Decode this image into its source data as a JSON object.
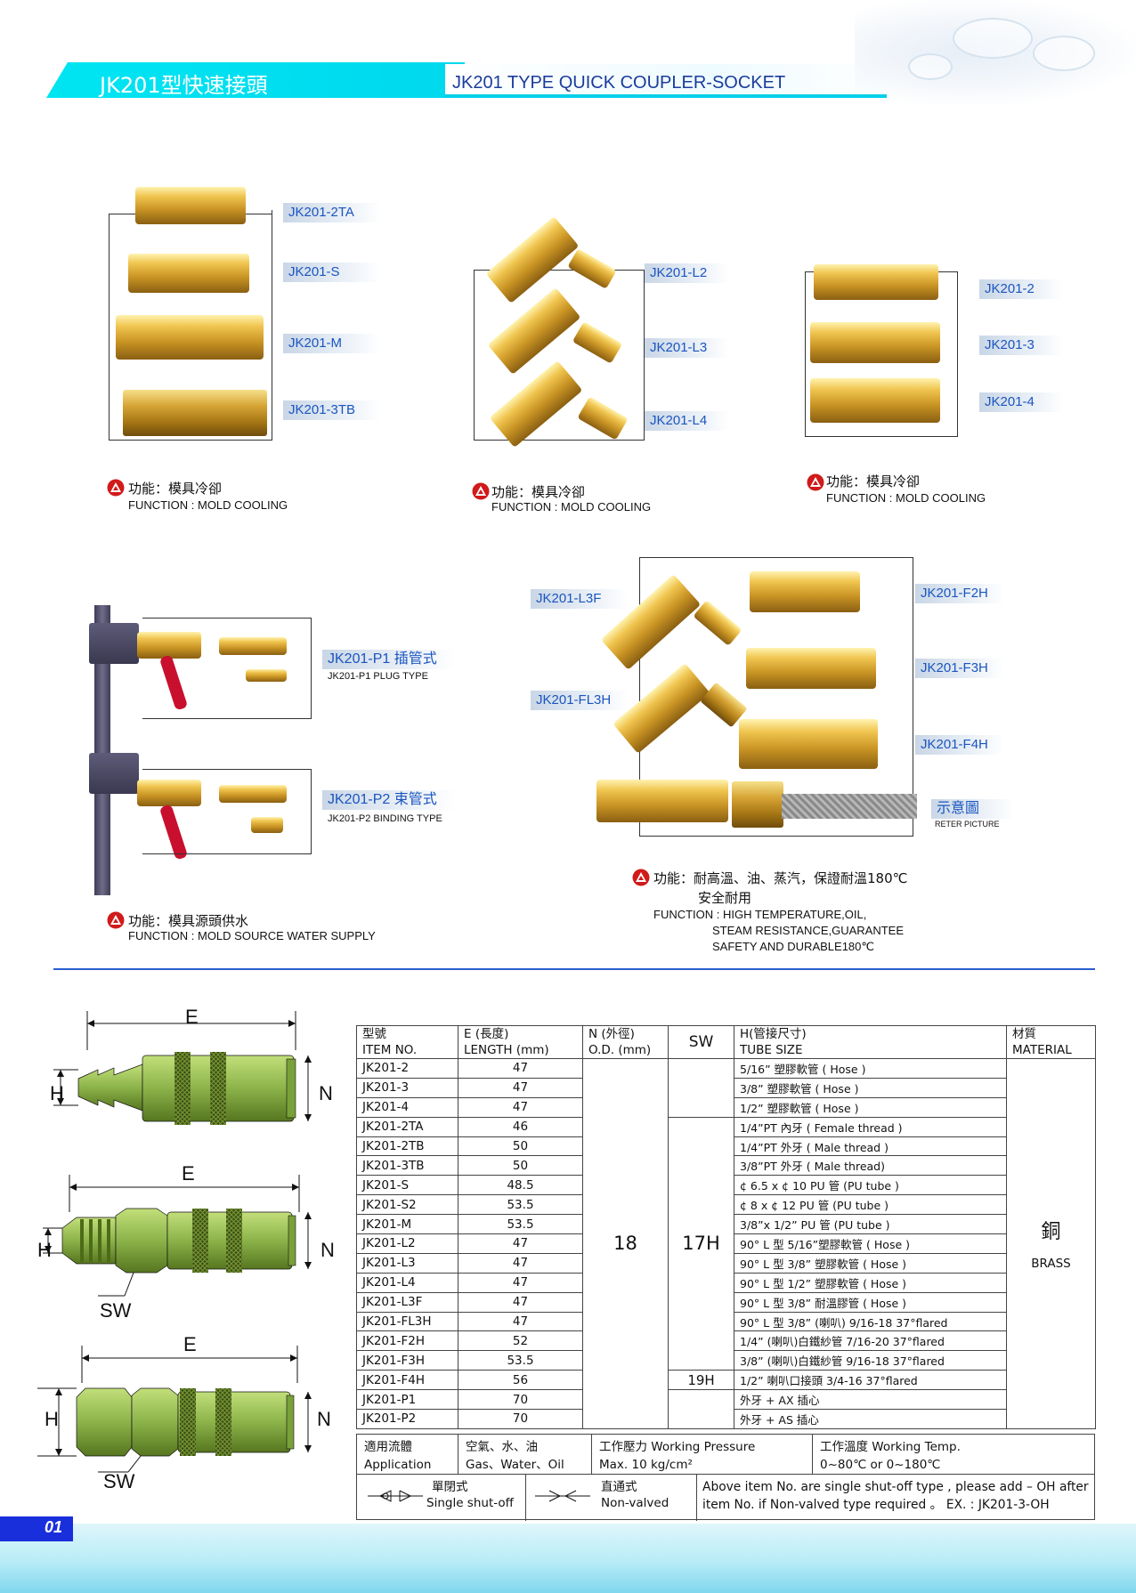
{
  "header": {
    "title_cn": "JK201型快速接頭",
    "title_en": "JK201 TYPE QUICK COUPLER-SOCKET"
  },
  "group1": {
    "tags": [
      "JK201-2TA",
      "JK201-S",
      "JK201-M",
      "JK201-3TB"
    ],
    "function_cn": "功能：模具冷卻",
    "function_en": "FUNCTION : MOLD COOLING"
  },
  "group2": {
    "tags": [
      "JK201-L2",
      "JK201-L3",
      "JK201-L4"
    ],
    "function_cn": "功能：模具冷卻",
    "function_en": "FUNCTION : MOLD COOLING"
  },
  "group3": {
    "tags": [
      "JK201-2",
      "JK201-3",
      "JK201-4"
    ],
    "function_cn": "功能：模具冷卻",
    "function_en": "FUNCTION : MOLD COOLING"
  },
  "group4": {
    "p1_tag": "JK201-P1 插管式",
    "p1_sub": "JK201-P1 PLUG TYPE",
    "p2_tag": "JK201-P2 束管式",
    "p2_sub": "JK201-P2 BINDING TYPE",
    "function_cn": "功能：模具源頭供水",
    "function_en": "FUNCTION : MOLD SOURCE WATER SUPPLY"
  },
  "group5": {
    "tags": [
      "JK201-L3F",
      "JK201-FL3H",
      "JK201-F2H",
      "JK201-F3H",
      "JK201-F4H"
    ],
    "diagram_tag": "示意圖",
    "diagram_sub": "RETER PICTURE",
    "function_cn_1": "功能：耐高溫、油、蒸汽，保證耐溫180℃",
    "function_cn_2": "安全耐用",
    "function_en_1": "FUNCTION : HIGH TEMPERATURE,OIL,",
    "function_en_2": "STEAM RESISTANCE,GUARANTEE",
    "function_en_3": "SAFETY AND DURABLE180℃"
  },
  "dimensions": {
    "e": "E",
    "h": "H",
    "n": "N",
    "sw": "SW"
  },
  "table": {
    "headers": {
      "item_cn": "型號",
      "item_en": "ITEM NO.",
      "len_cn": "E (長度)",
      "len_en": "LENGTH (mm)",
      "od_cn": "N (外徑)",
      "od_en": "O.D. (mm)",
      "sw": "SW",
      "tube_cn": "H(管接尺寸)",
      "tube_en": "TUBE SIZE",
      "mat_cn": "材質",
      "mat_en": "MATERIAL"
    },
    "rows": [
      {
        "item": "JK201-2",
        "len": "47",
        "tube": "5/16” 塑膠軟管 ( Hose )"
      },
      {
        "item": "JK201-3",
        "len": "47",
        "tube": "3/8” 塑膠軟管 ( Hose )"
      },
      {
        "item": "JK201-4",
        "len": "47",
        "tube": "1/2” 塑膠軟管 ( Hose )"
      },
      {
        "item": "JK201-2TA",
        "len": "46",
        "tube": "1/4”PT 內牙 ( Female thread )"
      },
      {
        "item": "JK201-2TB",
        "len": "50",
        "tube": "1/4”PT 外牙 ( Male thread )"
      },
      {
        "item": "JK201-3TB",
        "len": "50",
        "tube": "3/8”PT 外牙 ( Male thread)"
      },
      {
        "item": "JK201-S",
        "len": "48.5",
        "tube": "¢ 6.5 x ¢ 10 PU 管 (PU tube )"
      },
      {
        "item": "JK201-S2",
        "len": "53.5",
        "tube": "¢ 8 x ¢ 12 PU 管 (PU tube )"
      },
      {
        "item": "JK201-M",
        "len": "53.5",
        "tube": "3/8”x 1/2” PU 管 (PU tube )"
      },
      {
        "item": "JK201-L2",
        "len": "47",
        "tube": "90° L 型 5/16”塑膠軟管 ( Hose )"
      },
      {
        "item": "JK201-L3",
        "len": "47",
        "tube": "90° L 型 3/8” 塑膠軟管 ( Hose )"
      },
      {
        "item": "JK201-L4",
        "len": "47",
        "tube": "90° L 型 1/2” 塑膠軟管 ( Hose )"
      },
      {
        "item": "JK201-L3F",
        "len": "47",
        "tube": "90° L 型 3/8” 耐溫膠管 ( Hose )"
      },
      {
        "item": "JK201-FL3H",
        "len": "47",
        "tube": "90° L 型 3/8” (喇叭) 9/16-18 37°flared"
      },
      {
        "item": "JK201-F2H",
        "len": "52",
        "tube": "1/4” (喇叭)白鐵紗管 7/16-20 37°flared"
      },
      {
        "item": "JK201-F3H",
        "len": "53.5",
        "tube": "3/8” (喇叭)白鐵紗管 9/16-18 37°flared"
      },
      {
        "item": "JK201-F4H",
        "len": "56",
        "tube": "1/2” 喇叭口接頭 3/4-16 37°flared"
      },
      {
        "item": "JK201-P1",
        "len": "70",
        "tube": "外牙 + AX 插心"
      },
      {
        "item": "JK201-P2",
        "len": "70",
        "tube": "外牙 + AS 插心"
      }
    ],
    "od_value": "18",
    "sw_top": "",
    "sw_main": "17H",
    "sw_f4h": "19H",
    "material_cn": "銅",
    "material_en": "BRASS"
  },
  "footer": {
    "app_cn": "適用流體",
    "app_en": "Application",
    "media_cn": "空氣、水、油",
    "media_en": "Gas、Water、Oil",
    "press_cn": "工作壓力 Working Pressure",
    "press_val": "Max. 10 kg/cm²",
    "temp_cn": "工作溫度  Working Temp.",
    "temp_val": "0~80℃ or 0~180℃",
    "shut_cn": "單閉式",
    "shut_en": "Single shut-off",
    "nonv_cn": "直通式",
    "nonv_en": "Non-valved",
    "note_1": "Above item No. are single shut-off type , please add – OH after",
    "note_2": "item No.  if Non-valved type required  。 EX. : JK201-3-OH"
  },
  "page": {
    "number": "01"
  },
  "colors": {
    "accent_cyan": "#00e0f0",
    "title_blue": "#1a3c9c",
    "tag_blue": "#1a55c0",
    "brass": "#c99424",
    "page_box": "#1a2fdc",
    "part_green": "#8cb34a"
  }
}
